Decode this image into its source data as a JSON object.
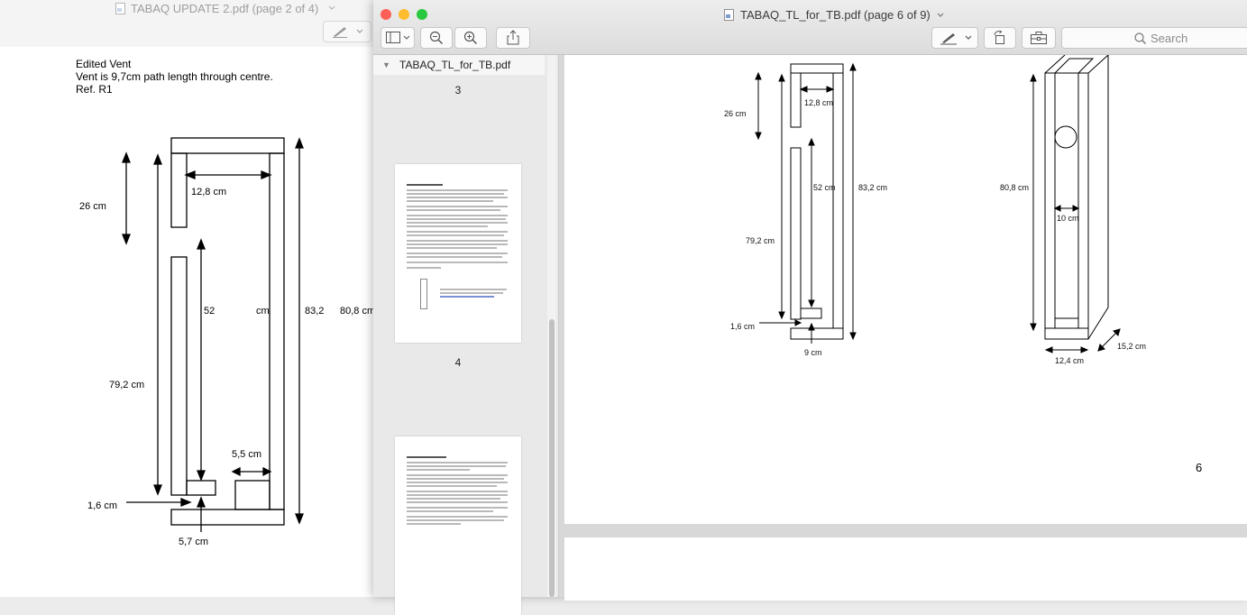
{
  "back_window": {
    "title": "TABAQ UPDATE 2.pdf (page 2 of 4)",
    "chevron": "chevron-down-icon",
    "page": {
      "lines": [
        "Edited Vent",
        "Vent is 9,7cm path length through centre.",
        "Ref. R1"
      ],
      "dims": {
        "d26": "26 cm",
        "d12_8": "12,8 cm",
        "d52": "52",
        "cm": "cm",
        "d83_2": "83,2",
        "d80_8": "80,8 cm",
        "d79_2": "79,2 cm",
        "d5_5": "5,5 cm",
        "d1_6": "1,6 cm",
        "d5_7": "5,7 cm"
      }
    }
  },
  "front_window": {
    "title": "TABAQ_TL_for_TB.pdf (page 6 of 9)",
    "toolbar": {
      "sidebar_icon": "sidebar-icon",
      "zoom_out_icon": "zoom-out-icon",
      "zoom_in_icon": "zoom-in-icon",
      "share_icon": "share-icon",
      "markup_icon": "pen-icon",
      "rotate_icon": "rotate-icon",
      "toolbox_icon": "toolbox-icon",
      "search_placeholder": "Search"
    },
    "sidebar": {
      "file_name": "TABAQ_TL_for_TB.pdf",
      "page_numbers": [
        "3",
        "4"
      ]
    },
    "page6": {
      "dims": {
        "d26": "26 cm",
        "d12_8": "12,8 cm",
        "d52": "52 cm",
        "d83_2": "83,2 cm",
        "d79_2": "79,2 cm",
        "d1_6": "1,6 cm",
        "d9": "9 cm",
        "d80_8": "80,8 cm",
        "d10": "10 cm",
        "d15_2": "15,2 cm",
        "d12_4": "12,4 cm"
      },
      "page_number": "6"
    }
  },
  "colors": {
    "close": "#fe5f57",
    "minimize": "#febc2e",
    "zoom": "#28c840"
  }
}
